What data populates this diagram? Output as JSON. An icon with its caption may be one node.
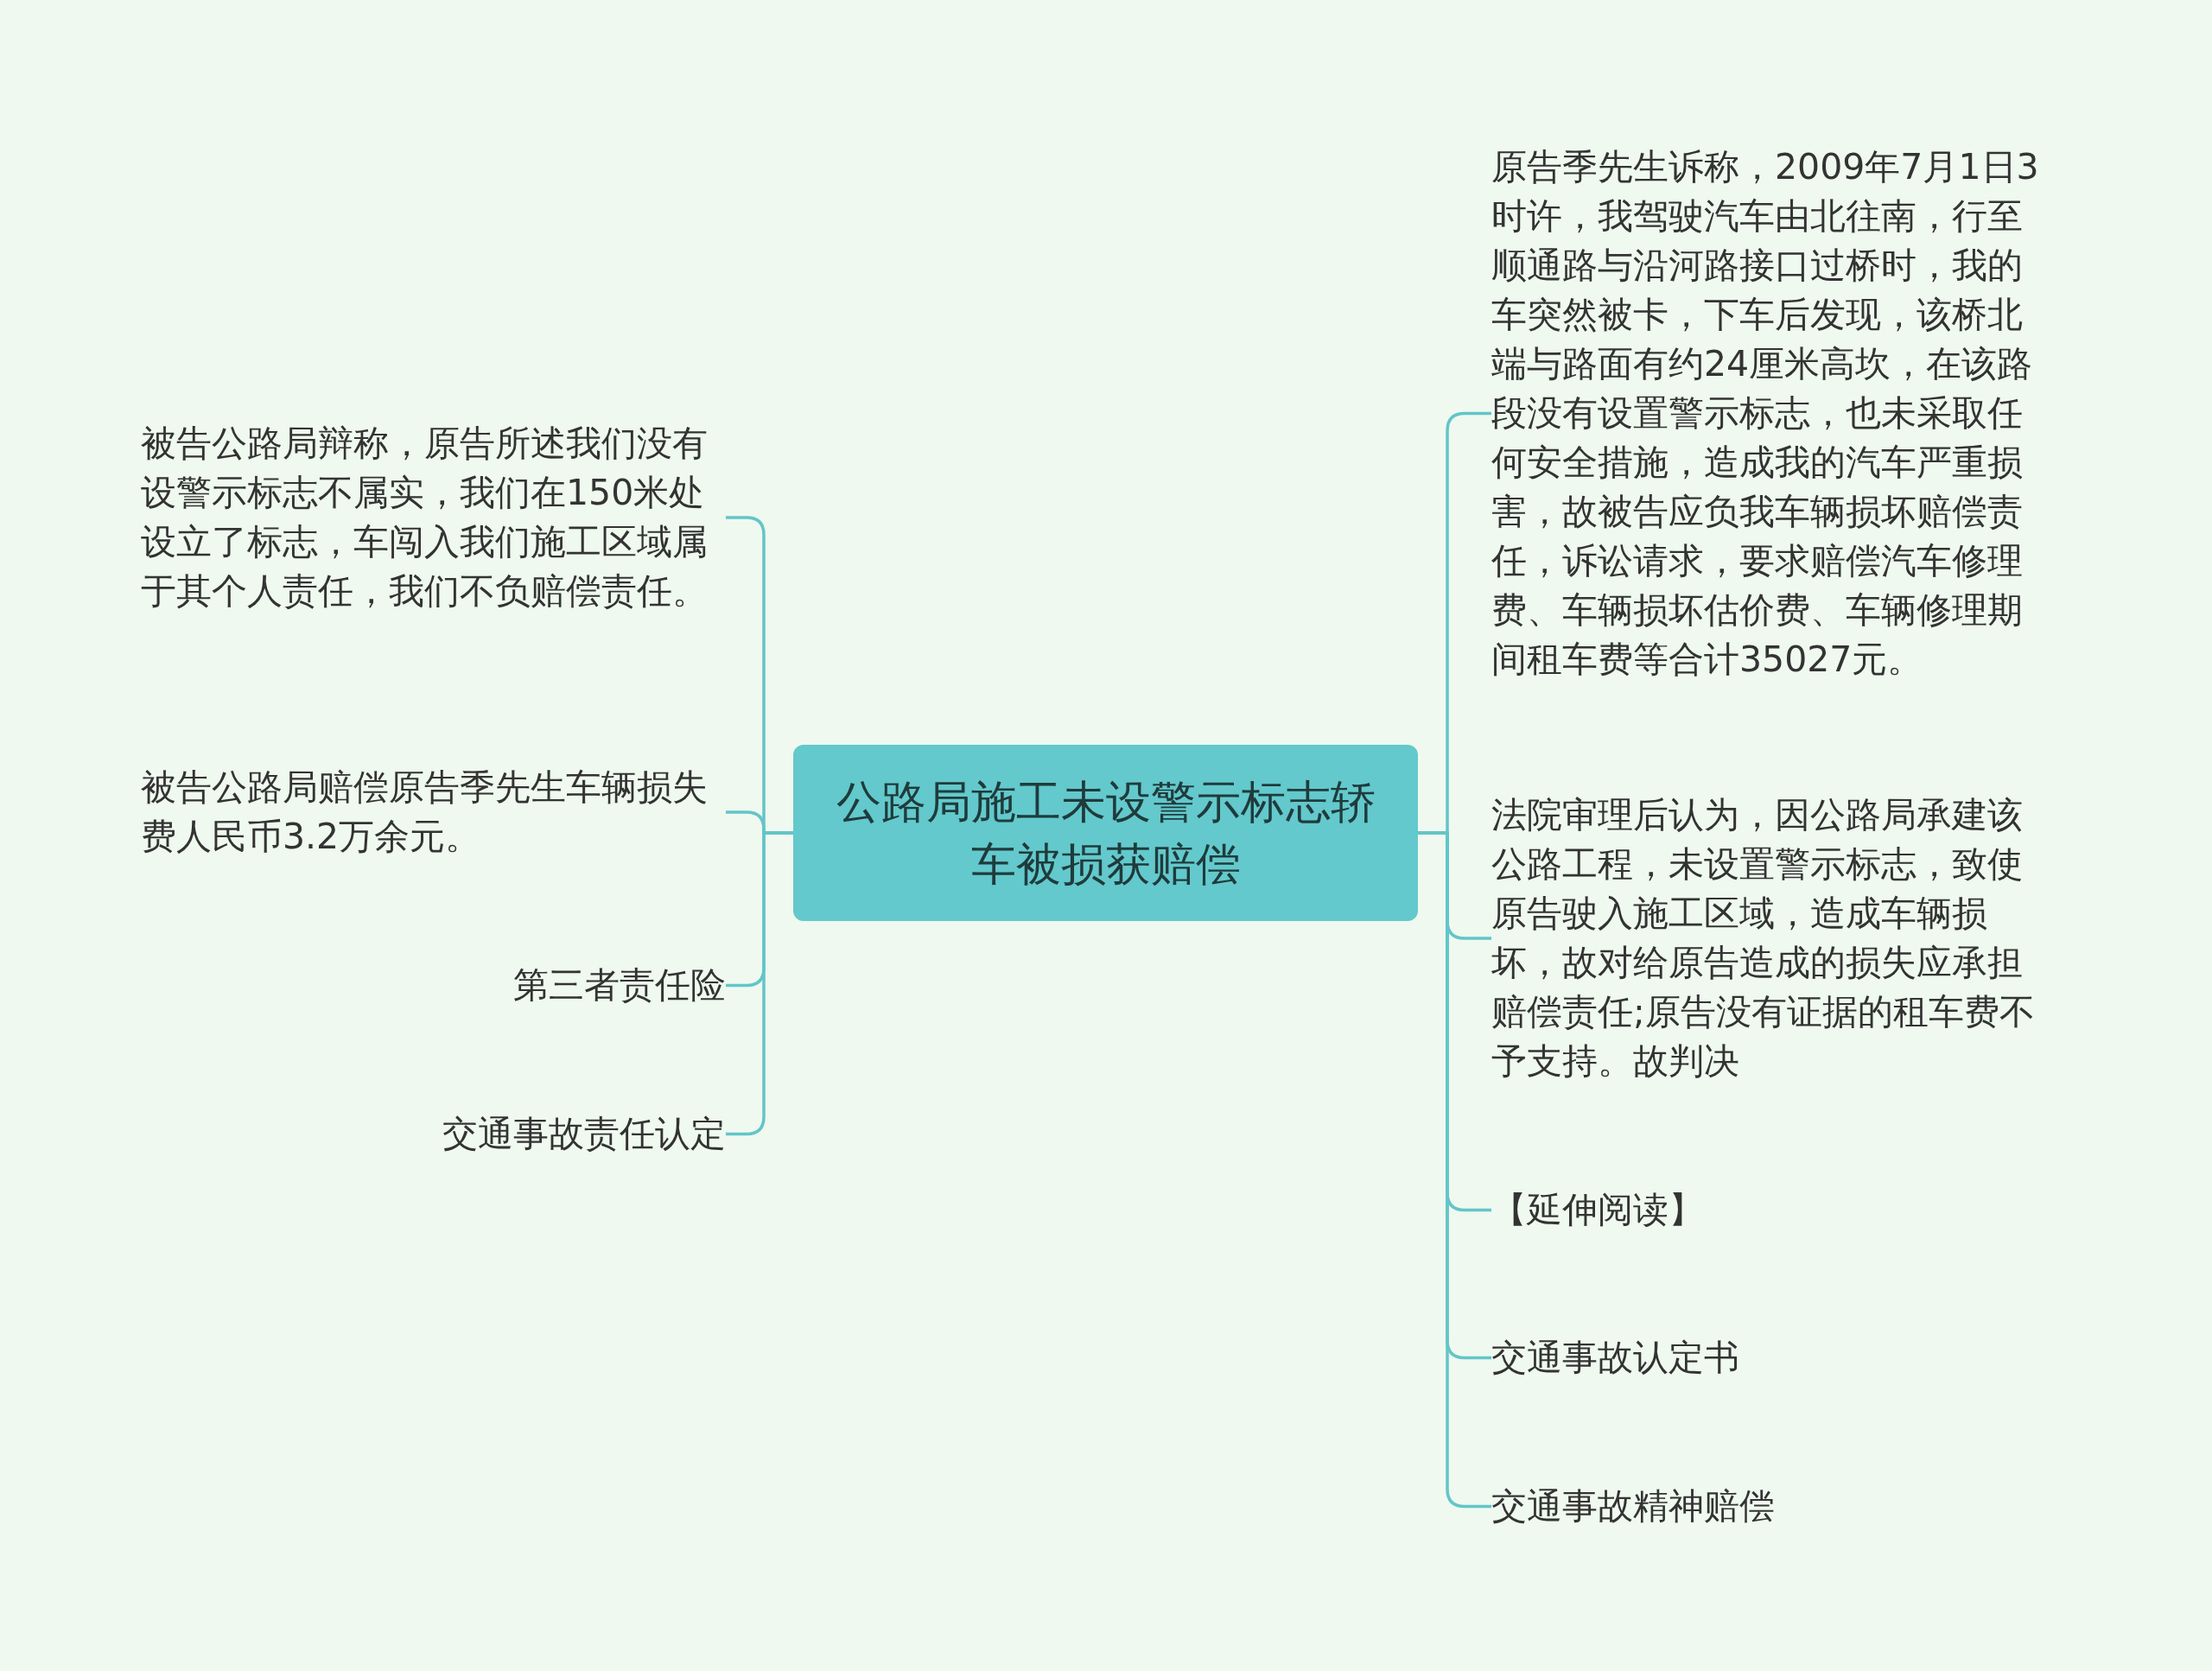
{
  "diagram": {
    "nodes": [
      {
        "text": [
          "公路局施工未设警示标志轿车被损获赔偿"
        ]
      },
      {
        "text": [
          "被告公路局辩称，原告所述我们没有设警示标志不属实，我们在150米处设立了标志，车闯入我们施工区域属于其个人责任，我们不负赔偿责任。"
        ]
      },
      {
        "text": [
          "被告公路局赔偿原告季先生车辆损失费人民币3.2万余元。"
        ]
      },
      {
        "text": [
          "第三者责任险"
        ]
      },
      {
        "text": [
          "交通事故责任认定"
        ]
      },
      {
        "text": [
          "原告季先生诉称，2009年7月1日3时许，我驾驶汽车由北往南，行至顺通路与沿河路接口过桥时，我的车突然被卡，下车后发现，该桥北端与路面有约24厘米高坎，在该路段没有设置警示标志，也未采取任何安全措施，造成我的汽车严重损害，故被告应负我车辆损坏赔偿责任，诉讼请求，要求赔偿汽车修理费、车辆损坏估价费、车辆修理期间租车费等合计35027元。"
        ]
      },
      {
        "text": [
          "法院审理后认为，因公路局承建该公路工程，未设置警示标志，致使原告驶入施工区域，造成车辆损坏，故对给原告造成的损失应承担赔偿责任;原告没有证据的租车费不予支持。故判决"
        ]
      },
      {
        "text": [
          "【延伸阅读】"
        ]
      },
      {
        "text": [
          "交通事故认定书"
        ]
      },
      {
        "text": [
          "交通事故精神赔偿"
        ]
      }
    ],
    "edges": [
      {
        "from": 0,
        "to": 1,
        "arrow": "none"
      },
      {
        "from": 0,
        "to": 2,
        "arrow": "none"
      },
      {
        "from": 0,
        "to": 3,
        "arrow": "none"
      },
      {
        "from": 0,
        "to": 4,
        "arrow": "none"
      },
      {
        "from": 0,
        "to": 5,
        "arrow": "none"
      },
      {
        "from": 0,
        "to": 6,
        "arrow": "none"
      },
      {
        "from": 0,
        "to": 7,
        "arrow": "none"
      },
      {
        "from": 0,
        "to": 8,
        "arrow": "none"
      },
      {
        "from": 0,
        "to": 9,
        "arrow": "none"
      }
    ]
  }
}
